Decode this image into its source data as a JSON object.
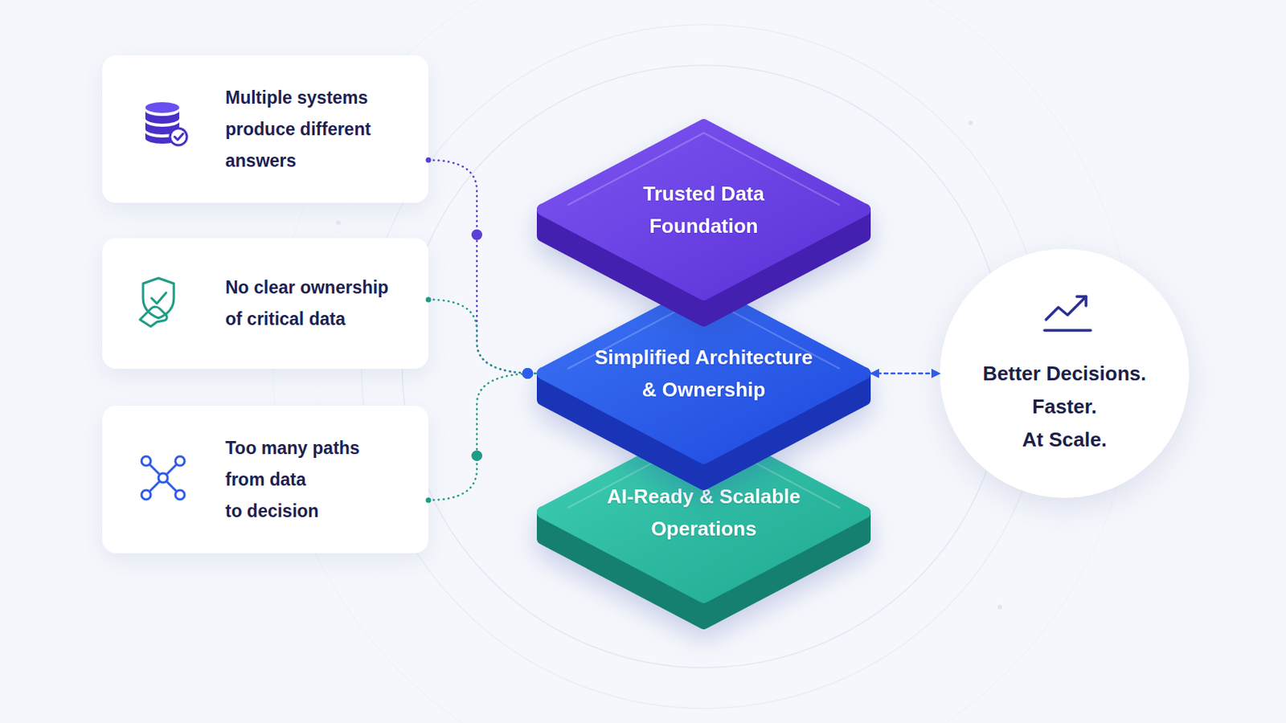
{
  "diagram": {
    "nodes": [
      {
        "text": [
          "Multiple systems produce different answers"
        ]
      },
      {
        "text": [
          "No clear ownership of critical data"
        ]
      },
      {
        "text": [
          "Too many paths from data to decision"
        ]
      },
      {
        "text": [
          "Trusted Data Foundation"
        ]
      },
      {
        "text": [
          "Simplified Architecture & Ownership"
        ]
      },
      {
        "text": [
          "AI-Ready & Scalable Operations"
        ]
      },
      {
        "text": [
          "Better Decisions. Faster. At Scale."
        ]
      }
    ],
    "edges": [
      {
        "from": 0,
        "to": 4,
        "arrow": "none"
      },
      {
        "from": 1,
        "to": 4,
        "arrow": "none"
      },
      {
        "from": 2,
        "to": 4,
        "arrow": "none"
      },
      {
        "from": 4,
        "to": 6,
        "arrow": "both"
      }
    ]
  }
}
